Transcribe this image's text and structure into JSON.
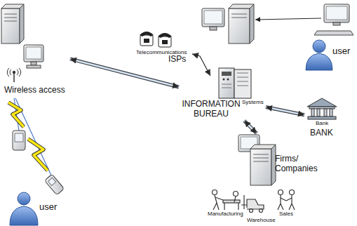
{
  "diagram": {
    "nodes": [
      {
        "text": [
          "Telecommunications",
          "ISPs"
        ]
      },
      {
        "text": [
          "user"
        ]
      },
      {
        "text": [
          "Wireless access"
        ]
      },
      {
        "text": [
          "Systems",
          "INFORMATION BUREAU"
        ]
      },
      {
        "text": [
          "Bank",
          "BANK"
        ]
      },
      {
        "text": [
          "Firms/ Companies"
        ]
      },
      {
        "text": [
          "user"
        ]
      }
    ],
    "edges": [
      {
        "from": 2,
        "to": 3,
        "arrow": "both"
      },
      {
        "from": 0,
        "to": 3,
        "arrow": "both"
      },
      {
        "from": 4,
        "to": 3,
        "arrow": "both"
      },
      {
        "from": 5,
        "to": 3,
        "arrow": "both"
      }
    ],
    "labels": [
      "Manufacturing",
      "Warehouse",
      "Sales"
    ]
  }
}
